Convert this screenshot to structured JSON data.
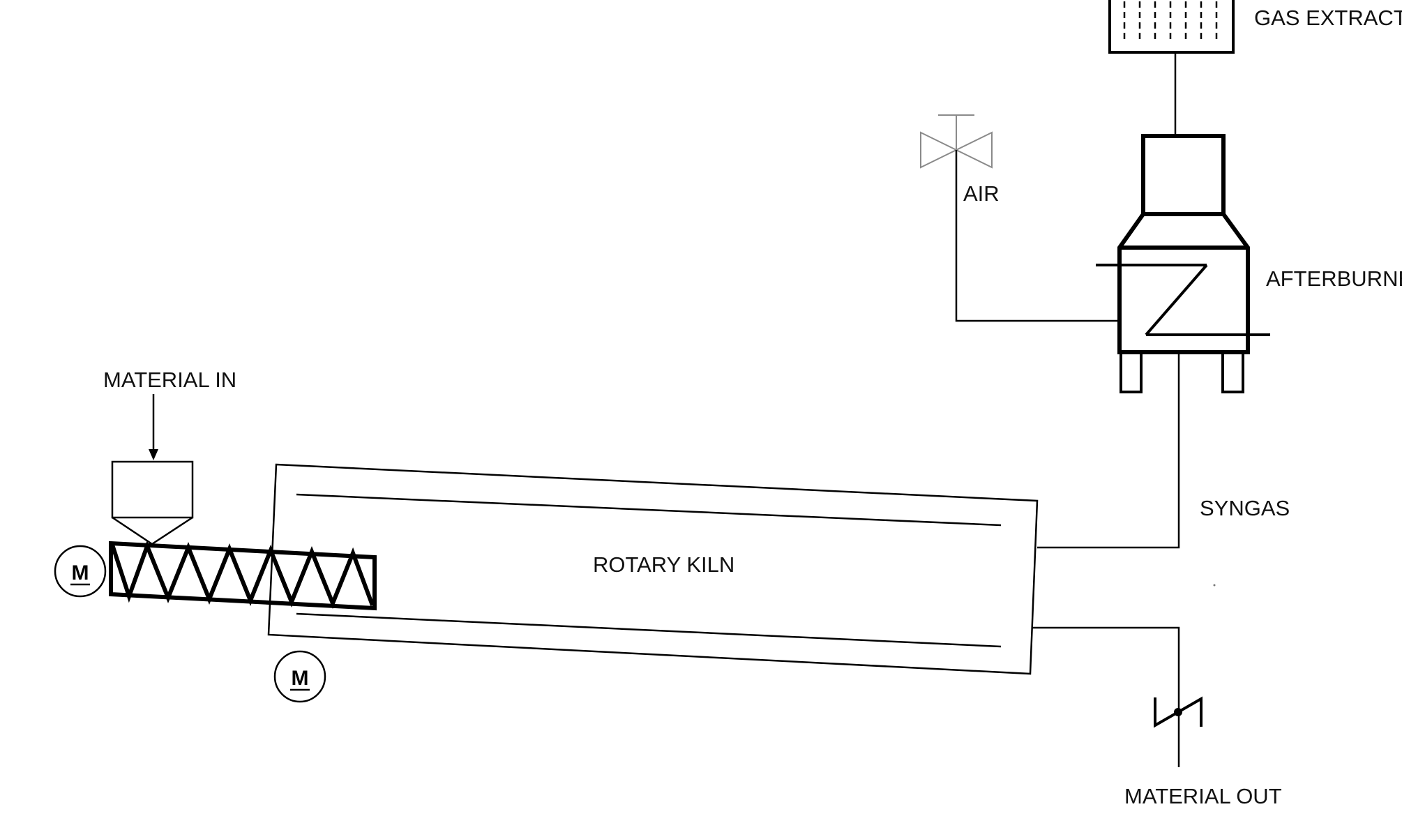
{
  "labels": {
    "gas_extraction": "GAS EXTRACTION",
    "air": "AIR",
    "afterburner": "AFTERBURNER",
    "material_in": "MATERIAL IN",
    "rotary_kiln": "ROTARY KILN",
    "syngas": "SYNGAS",
    "material_out": "MATERIAL OUT",
    "motor_feed": "M",
    "motor_kiln": "M"
  },
  "colors": {
    "line": "#000000",
    "valve": "#8a8a8a",
    "background": "#ffffff"
  }
}
